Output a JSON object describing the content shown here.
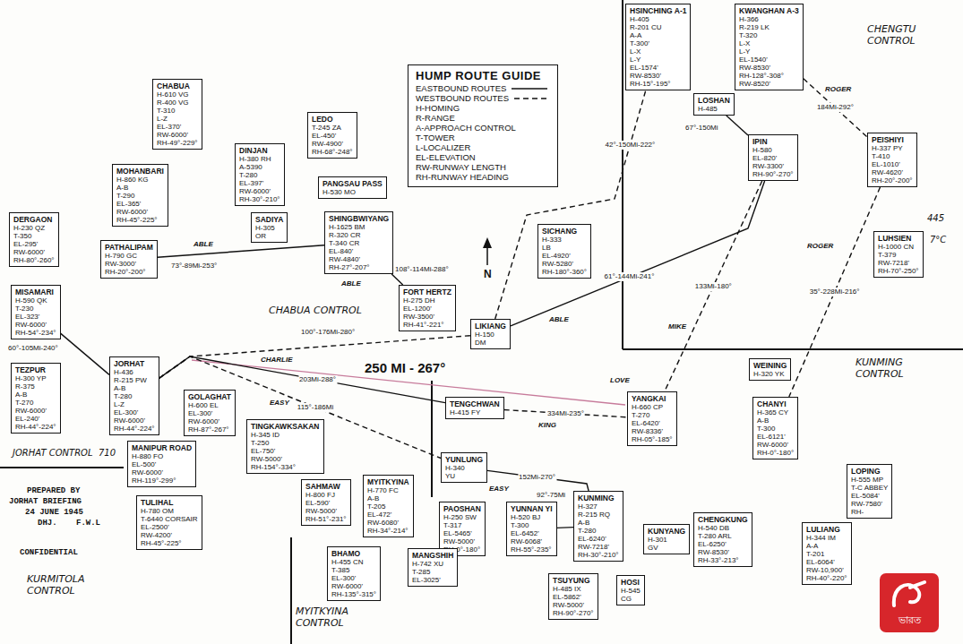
{
  "diagram": {
    "title": "HUMP ROUTE GUIDE",
    "nodes": [
      {
        "text": [
          "CHABUA",
          "H-610 VG",
          "R-400 VG",
          "T-310",
          "L-Z",
          "EL-370'",
          "RW-6000'",
          "RH-49°-229°"
        ]
      },
      {
        "text": [
          "HSINCHING A-1",
          "H-405",
          "R-201 CU",
          "A-A",
          "T-300'",
          "L-X",
          "L-Y",
          "EL-1574'",
          "RW-8530'",
          "RH-15°-195°"
        ]
      },
      {
        "text": [
          "KWANGHAN A-3",
          "H-366",
          "R-219 LK",
          "T-320",
          "L-X",
          "L-Y",
          "EL-1540'",
          "RW-8530'",
          "RH-128°-308°",
          "RW-8520'"
        ]
      },
      {
        "text": [
          "LEDO",
          "T-245 ZA",
          "EL-450'",
          "RW-4900'",
          "RH-68°-248°"
        ]
      },
      {
        "text": [
          "DINJAN",
          "H-380 RH",
          "A-5390",
          "T-280",
          "EL-397'",
          "RW-6000'",
          "RH-30°-210°"
        ]
      },
      {
        "text": [
          "MOHANBARI",
          "H-860 KG",
          "A-B",
          "T-290",
          "EL-365'",
          "RW-6000'",
          "RH-45°-225°"
        ]
      },
      {
        "text": [
          "PANGSAU PASS",
          "H-530 MO"
        ]
      },
      {
        "text": [
          "SADIYA",
          "H-305",
          "OR"
        ]
      },
      {
        "text": [
          "SHINGBWIYANG",
          "H-1625 BM",
          "R-320 CR",
          "T-340 CR",
          "EL-840'",
          "RW-4840'",
          "RH-27°-207°"
        ]
      },
      {
        "text": [
          "DERGAON",
          "H-230 QZ",
          "T-350",
          "EL-295'",
          "RW-6000'",
          "RH-80°-260°"
        ]
      },
      {
        "text": [
          "PATHALIPAM",
          "H-790 GC",
          "RW-3000'",
          "RH-20°-200°"
        ]
      },
      {
        "text": [
          "LOSHAN",
          "H-485"
        ]
      },
      {
        "text": [
          "IPIN",
          "H-580",
          "EL-820'",
          "RW-3300'",
          "RH-90°-270°"
        ]
      },
      {
        "text": [
          "PEISHIYI",
          "H-337 PY",
          "T-410",
          "EL-1010'",
          "RW-4620'",
          "RH-20°-200°"
        ]
      },
      {
        "text": [
          "SICHANG",
          "H-333",
          "LB",
          "EL-4920'",
          "RW-5280'",
          "RH-180°-360°"
        ]
      },
      {
        "text": [
          "FORT HERTZ",
          "H-275 DH",
          "EL-1200'",
          "RW-3500'",
          "RH-41°-221°"
        ]
      },
      {
        "text": [
          "LIKIANG",
          "H-150",
          "DM"
        ]
      },
      {
        "text": [
          "LUHSIEN",
          "H-1000 CN",
          "T-379",
          "RW-7218'",
          "RH-70°-250°"
        ]
      },
      {
        "text": [
          "MISAMARI",
          "H-590 QK",
          "T-230",
          "EL-323'",
          "RW-6000'",
          "RH-54°-234°"
        ]
      },
      {
        "text": [
          "TEZPUR",
          "H-300 YP",
          "R-375",
          "A-B",
          "T-270",
          "RW-6000'",
          "EL-240'",
          "RH-44°-224°"
        ]
      },
      {
        "text": [
          "JORHAT",
          "H-436",
          "R-215 PW",
          "A-B",
          "T-280",
          "L-Z",
          "EL-300'",
          "RW-6000'",
          "RH-44°-224°"
        ]
      },
      {
        "text": [
          "GOLAGHAT",
          "H-600 EL",
          "EL-300'",
          "RW-6000'",
          "RH-87°-267°"
        ]
      },
      {
        "text": [
          "TENGCHWAN",
          "H-415 FY"
        ]
      },
      {
        "text": [
          "WEINING",
          "H-320 YK"
        ]
      },
      {
        "text": [
          "YANGKAI",
          "H-660 CP",
          "T-270",
          "EL-6420'",
          "RW-8336'",
          "RH-05°-185°"
        ]
      },
      {
        "text": [
          "CHANYI",
          "H-365 CY",
          "A-B",
          "T-300",
          "EL-6121'",
          "RW-6000'",
          "RH-0°-180°"
        ]
      },
      {
        "text": [
          "TINGKAWKSAKAN",
          "H-345 ID",
          "T-250",
          "EL-750'",
          "RW-5000'",
          "RH-154°-334°"
        ]
      },
      {
        "text": [
          "MANIPUR ROAD",
          "H-880 FO",
          "EL-500'",
          "RW-6000'",
          "RH-119°-299°"
        ]
      },
      {
        "text": [
          "YUNLUNG",
          "H-340",
          "YU"
        ]
      },
      {
        "text": [
          "LOPING",
          "H-555 MP",
          "T-C ABBEY",
          "EL-5084'",
          "RW-7580'",
          "RH-"
        ]
      },
      {
        "text": [
          "SAHMAW",
          "H-800 FJ",
          "EL-590'",
          "RW-5000'",
          "RH-51°-231°"
        ]
      },
      {
        "text": [
          "MYITKYINA",
          "H-770 FC",
          "A-B",
          "T-205",
          "EL-472'",
          "RW-6080'",
          "RH-34°-214°"
        ]
      },
      {
        "text": [
          "PAOSHAN",
          "H-250 SW",
          "T-317",
          "EL-5465'",
          "RW-5000'",
          "RH-0°-180°"
        ]
      },
      {
        "text": [
          "YUNNAN YI",
          "H-520 BJ",
          "T-300",
          "EL-6452'",
          "RW-6068'",
          "RH-55°-235°"
        ]
      },
      {
        "text": [
          "KUNMING",
          "H-327",
          "R-215 RQ",
          "A-B",
          "T-280",
          "EL-6240'",
          "RW-7218'",
          "RH-30°-210°"
        ]
      },
      {
        "text": [
          "CHENGKUNG",
          "H-540 DB",
          "T-280 ARL",
          "EL-6250'",
          "RW-8530'",
          "RH-33°-213°"
        ]
      },
      {
        "text": [
          "KUNYANG",
          "H-301",
          "GV"
        ]
      },
      {
        "text": [
          "LULIANG",
          "H-344 IM",
          "A-A",
          "T-201",
          "EL-6064'",
          "RW-10,900'",
          "RH-40°-220°"
        ]
      },
      {
        "text": [
          "TULIHAL",
          "H-780 OM",
          "T-6440 CORSAIR",
          "EL-2500'",
          "RW-4200'",
          "RH-45°-225°"
        ]
      },
      {
        "text": [
          "BHAMO",
          "H-455 CN",
          "T-385",
          "EL-300'",
          "RW-6000'",
          "RH-135°-315°"
        ]
      },
      {
        "text": [
          "MANGSHIH",
          "H-742 XU",
          "T-285",
          "EL-3025'"
        ]
      },
      {
        "text": [
          "TSUYUNG",
          "H-485 IX",
          "EL-5862'",
          "RW-5000'",
          "RH-90°-270°"
        ]
      },
      {
        "text": [
          "HOSI",
          "H-545",
          "CG"
        ]
      }
    ],
    "edges": [
      {
        "from": 18,
        "to": 20,
        "label": "60°-105Mi-240°",
        "arrow": "none"
      },
      {
        "from": 10,
        "to": 8,
        "label": "73°-89Mi-253°",
        "arrow": "none"
      },
      {
        "from": 8,
        "to": 15,
        "label": "108°-114Mi-288°",
        "arrow": "none"
      },
      {
        "from": 20,
        "to": 16,
        "label": "100°-176Mi-280°",
        "arrow": "none"
      },
      {
        "from": 16,
        "to": 12,
        "label": "61°-144Mi-241°",
        "arrow": "none"
      },
      {
        "from": 16,
        "to": 1,
        "label": "42°-150Mi-222°",
        "arrow": "none"
      },
      {
        "from": 2,
        "to": 13,
        "label": "184Mi-292°",
        "arrow": "none"
      },
      {
        "from": 12,
        "to": 24,
        "label": "133Mi-180°",
        "arrow": "none"
      },
      {
        "from": 13,
        "to": 25,
        "label": "35°-228Mi-216°",
        "arrow": "none"
      },
      {
        "from": 20,
        "to": 22,
        "label": "203Mi-288°",
        "arrow": "none"
      },
      {
        "from": 20,
        "to": 28,
        "label": "115°-186Mi",
        "arrow": "none"
      },
      {
        "from": 28,
        "to": 34,
        "label": "152Mi-270°",
        "arrow": "none"
      },
      {
        "from": 22,
        "to": 24,
        "label": "334Mi-235°",
        "arrow": "none"
      },
      {
        "from": 33,
        "to": 34,
        "label": "92°-75Mi",
        "arrow": "none"
      },
      {
        "from": 12,
        "to": 11,
        "label": "67°-150Mi",
        "arrow": "none"
      }
    ],
    "labels": [
      "CHENGTU CONTROL",
      "CHABUA CONTROL",
      "KUNMING CONTROL",
      "JORHAT CONTROL",
      "710",
      "KURMITOLA CONTROL",
      "MYITKYINA CONTROL",
      "PREPARED BY",
      "JORHAT BRIEFING",
      "24 JUNE 1945",
      "DHJ.",
      "F.W.L",
      "CONFIDENTIAL",
      "N",
      "250 MI - 267°",
      "445",
      "7°C",
      "ABLE",
      "ABLE",
      "ABLE",
      "CHARLIE",
      "EASY",
      "KING",
      "LOVE",
      "MIKE",
      "ROGER",
      "ROGER",
      "EASY",
      "ভারত"
    ],
    "legend": [
      {
        "text": "EASTBOUND ROUTES"
      },
      {
        "text": "WESTBOUND ROUTES"
      },
      {
        "text": "H-HOMING"
      },
      {
        "text": "R-RANGE"
      },
      {
        "text": "A-APPROACH CONTROL"
      },
      {
        "text": "T-TOWER"
      },
      {
        "text": "L-LOCALIZER"
      },
      {
        "text": "EL-ELEVATION"
      },
      {
        "text": "RW-RUNWAY LENGTH"
      },
      {
        "text": "RH-RUNWAY HEADING"
      }
    ]
  }
}
